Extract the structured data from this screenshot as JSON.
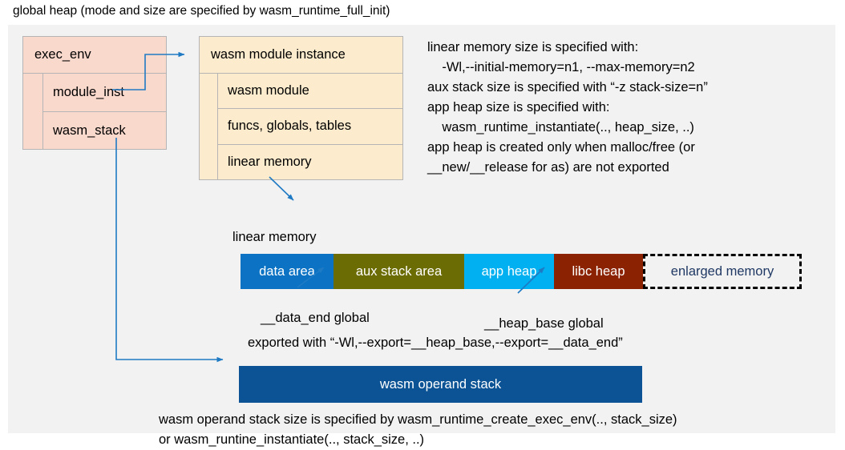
{
  "title": "global heap (mode and size are specified by wasm_runtime_full_init)",
  "exec_env": {
    "header": "exec_env",
    "rows": [
      "module_inst",
      "wasm_stack"
    ]
  },
  "module_instance": {
    "header": "wasm module instance",
    "rows": [
      "wasm module",
      "funcs, globals, tables",
      "linear memory"
    ]
  },
  "notes": {
    "text": "linear memory size is specified with:\n    -Wl,--initial-memory=n1, --max-memory=n2\naux stack size is specified with “-z stack-size=n”\napp heap size is specified with:\n    wasm_runtime_instantiate(.., heap_size, ..)\napp heap is created only when malloc/free (or\n__new/__release for as) are not exported"
  },
  "linear_memory": {
    "label": "linear memory",
    "segments": [
      {
        "label": "data area",
        "color": "#0b72c4",
        "width": 116,
        "text_color": "#ffffff",
        "dashed": false
      },
      {
        "label": "aux stack area",
        "color": "#6c6c04",
        "width": 163,
        "text_color": "#ffffff",
        "dashed": false
      },
      {
        "label": "app heap",
        "color": "#00b0f0",
        "width": 112,
        "text_color": "#ffffff",
        "dashed": false
      },
      {
        "label": "libc heap",
        "color": "#8b2202",
        "width": 111,
        "text_color": "#ffffff",
        "dashed": false
      },
      {
        "label": "enlarged memory",
        "color": "#f2f2f2",
        "width": 198,
        "text_color": "#1f3864",
        "dashed": true
      }
    ]
  },
  "annotations": {
    "data_end": "__data_end global",
    "heap_base": "__heap_base global",
    "exported_with": "exported with “-Wl,--export=__heap_base,--export=__data_end”"
  },
  "operand_stack": {
    "label": "wasm operand stack",
    "color": "#0b5394"
  },
  "bottom_note": {
    "text": "wasm operand stack size is specified by wasm_runtime_create_exec_env(.., stack_size)\nor wasm_runtine_instantiate(.., stack_size, ..)"
  },
  "colors": {
    "panel_bg": "#f2f2f2",
    "exec_env_fill": "#fad9cd",
    "module_fill": "#fceccd",
    "connector": "#1f7ac4",
    "border": "#b5b5b5"
  }
}
